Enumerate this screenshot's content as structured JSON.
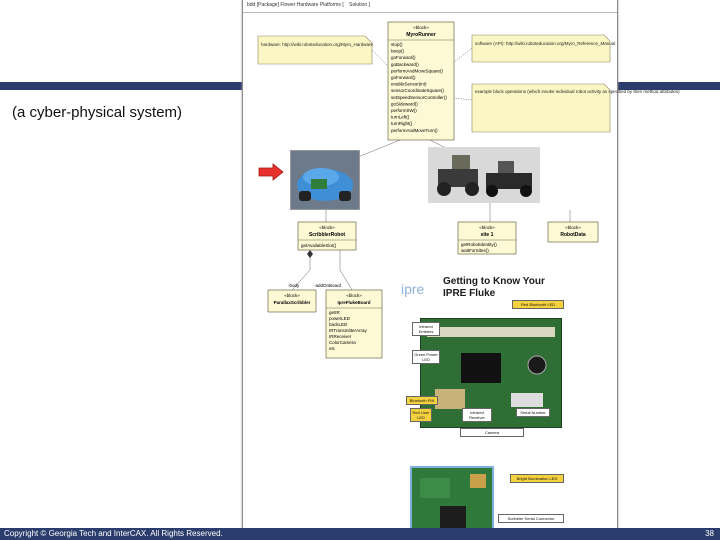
{
  "slide": {
    "subtitle": "(a cyber-physical system)",
    "copyright": "Copyright © Georgia Tech and InterCAX. All Rights Reserved.",
    "page_number": "38"
  },
  "document": {
    "tab_label": "bdd [Package] Flower Hardware Platforms [",
    "tab_label2": "Solution ]"
  },
  "diagram": {
    "myro_block": {
      "stereotype": "«block»",
      "name": "MyroRunner",
      "operations": [
        "stop()",
        "beep()",
        "goForward()",
        "goBackward()",
        "performAndMoveSquare()",
        "goForward()",
        "enableSensor(int)",
        "sensorCoordinateSquare()",
        "setSpeedSensorController()",
        "goSideward()",
        "performSW()",
        "turnLeft()",
        "turnRight()",
        "performAndMoveTurn()"
      ]
    },
    "note_hardware": "hardware: http://wiki.roboteducation.org/Myro_Hardware",
    "note_software": "software (API): http://wiki.roboteducation.org/Myro_Reference_Manual",
    "note_behavior": "example block operations (which invoke individual robot activity as specified by their method attributes)",
    "scribbler_block": {
      "stereotype": "«block»",
      "name": "ScribblerRobot",
      "operations": [
        "getAvailableSlot()"
      ]
    },
    "site_block": {
      "stereotype": "«block»",
      "name": "site 1",
      "operations": [
        "getRobotIdentity()",
        "waitForSites()"
      ]
    },
    "robotdata_block": {
      "stereotype": "«block»",
      "name": "RobotData"
    },
    "parallax_block": {
      "stereotype": "«block»",
      "name": "ParallaxScribbler"
    },
    "fluke_block": {
      "stereotype": "«block»",
      "name": "IpreFlukeBoard",
      "attributes": [
        "getIR",
        "powerLED",
        "backLED",
        "IRTransmitterArray",
        "IRReceiver",
        "ColorCamera",
        "etc"
      ]
    },
    "role_body": "-body",
    "role_addon": "-addOnBoard"
  },
  "poster": {
    "title_line1": "Getting to Know Your",
    "title_line2": "IPRE Fluke",
    "labels": [
      "Red Bluetooth LED",
      "Infrared Emitters",
      "Green Power LED",
      "Bluetooth PIN",
      "Red User LED",
      "Infrared Receiver",
      "Serial Number",
      "Camera",
      "Bright Illumination LED",
      "Scribbler Serial Connector"
    ]
  },
  "colors": {
    "stripe": "#2b3d6d",
    "note": "#fbf7c4",
    "block": "#fdf9d4",
    "arrow": "#e8312a"
  }
}
